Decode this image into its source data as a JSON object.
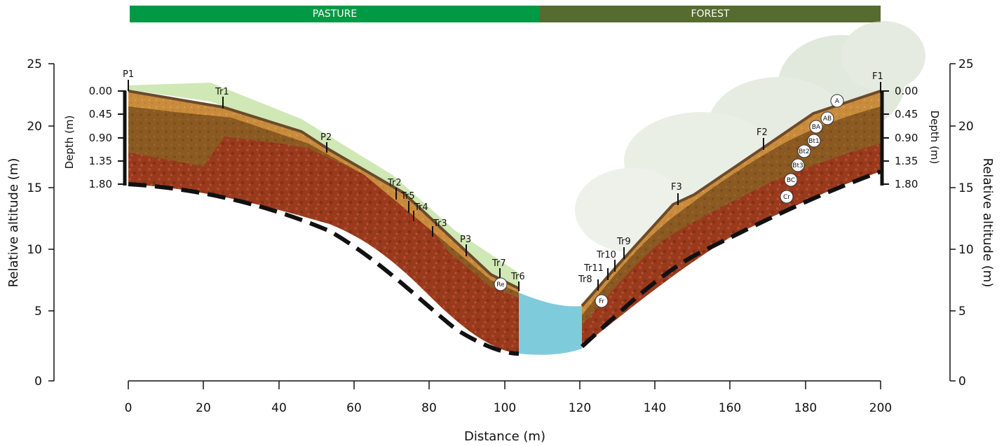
{
  "banners": {
    "pasture": {
      "label": "PASTURE",
      "color": "#009a44"
    },
    "forest": {
      "label": "FOREST",
      "color": "#556b2f"
    }
  },
  "axes": {
    "x_label": "Distance (m)",
    "y_left_label": "Relative altitude (m)",
    "y_right_label": "Relative altitude (m)",
    "depth_left_label": "Depth (m)",
    "depth_right_label": "Depth (m)",
    "x_ticks": [
      "0",
      "20",
      "40",
      "60",
      "80",
      "100",
      "120",
      "140",
      "160",
      "180",
      "200"
    ],
    "y_ticks": [
      "0",
      "5",
      "10",
      "15",
      "20",
      "25"
    ],
    "depth_ticks": [
      "0.00",
      "0.45",
      "0.90",
      "1.35",
      "1.80"
    ]
  },
  "sites": {
    "P1": "P1",
    "Tr1": "Tr1",
    "P2": "P2",
    "Tr2": "Tr2",
    "Tr5": "Tr5",
    "Tr4": "Tr4",
    "Tr3": "Tr3",
    "P3": "P3",
    "Tr7": "Tr7",
    "Tr6": "Tr6",
    "Tr8": "Tr8",
    "Tr11": "Tr11",
    "Tr10": "Tr10",
    "Tr9": "Tr9",
    "F3": "F3",
    "F2": "F2",
    "F1": "F1"
  },
  "horizons": {
    "A": "A",
    "AB": "AB",
    "BA": "BA",
    "Bt1": "Bt1",
    "Bt2": "Bt2",
    "Bt3": "Bt3",
    "BC": "BC",
    "Cr": "Cr",
    "Re": "Re",
    "Fr": "Fr"
  },
  "colors": {
    "top_layer": "#c98b3c",
    "mid_layer": "#8a5a22",
    "deep_layer": "#9a3a1c",
    "water": "#7ecbdc",
    "grass": "#9fcf6b",
    "forest_bg": "#d7e2cf"
  }
}
